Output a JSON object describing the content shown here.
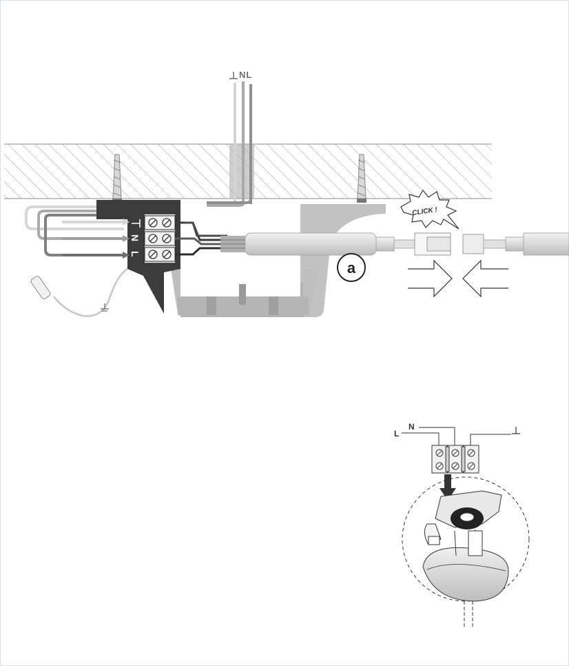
{
  "labels": {
    "top_wires": "NL",
    "terminal_earth": "",
    "terminal_n": "N",
    "terminal_l": "L",
    "click_callout": "CLICK !",
    "step_marker": "a",
    "inset_l": "L",
    "inset_n": "N"
  },
  "icons": {
    "earth": "earth-ground-symbol",
    "arrow_in_left": "hollow-arrow-right",
    "arrow_in_right": "hollow-arrow-left",
    "down_arrow": "solid-arrow-down"
  },
  "colors": {
    "ceiling_hatch": "#9a9a9a",
    "junction_box": "#3c3c3c",
    "housing": "#bdbdbd",
    "wire_light": "#cfcfcf",
    "wire_mid": "#9e9e9e",
    "wire_dark": "#4a4a4a"
  }
}
